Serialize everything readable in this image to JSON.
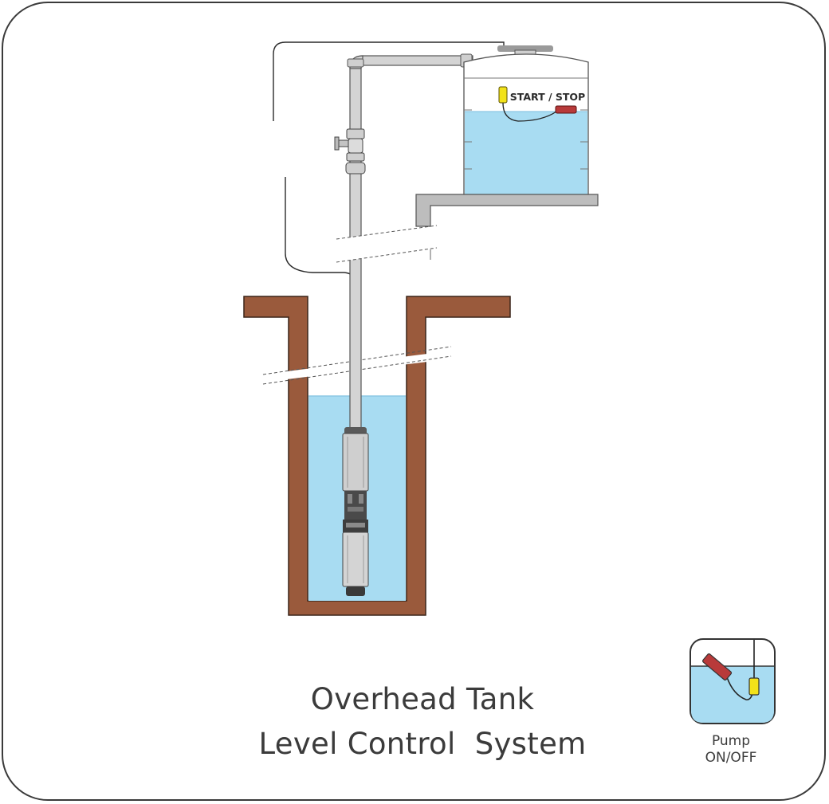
{
  "title": {
    "line1": "Overhead Tank",
    "line2": "Level Control  System"
  },
  "tank": {
    "switch_label": "START / STOP"
  },
  "legend": {
    "line1": "Pump",
    "line2": "ON/OFF"
  },
  "colors": {
    "water": "#a8dcf2",
    "well_wall": "#9a5a3c",
    "pipe": "#c8c8c8",
    "float_yellow": "#f2e21a",
    "float_red": "#b83a3a",
    "shelf": "#bdbdbd",
    "outline": "#3a3a3a"
  }
}
